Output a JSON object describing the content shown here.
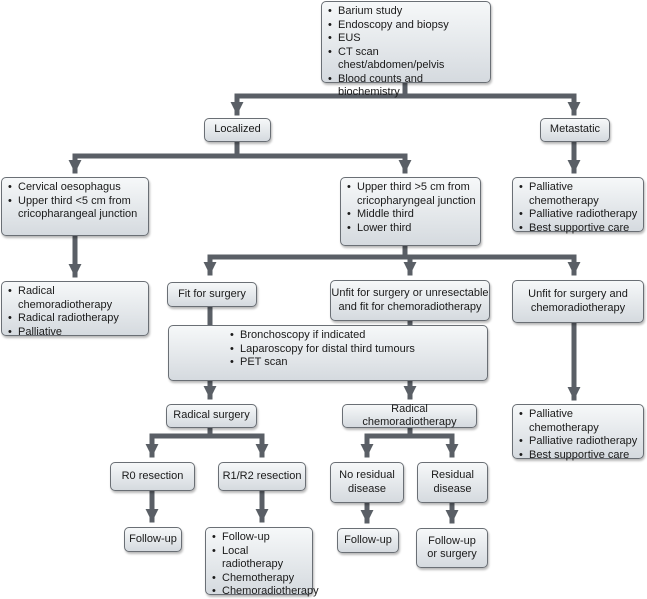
{
  "workup": {
    "items": [
      "Barium study",
      "Endoscopy and biopsy",
      "EUS",
      "CT scan chest/abdomen/pelvis",
      "Blood counts and biochemistry"
    ]
  },
  "localized": {
    "label": "Localized"
  },
  "metastatic": {
    "label": "Metastatic"
  },
  "cervical": {
    "items": [
      "Cervical oesophagus",
      "Upper third <5 cm from cricopharangeal junction"
    ]
  },
  "upper_lower": {
    "items": [
      "Upper third >5 cm from cricopharyngeal junction",
      "Middle third",
      "Lower third"
    ]
  },
  "metastatic_treatment": {
    "items": [
      "Palliative chemotherapy",
      "Palliative radiotherapy",
      "Best supportive care"
    ]
  },
  "cervical_treatment": {
    "items": [
      "Radical chemoradiotherapy",
      "Radical radiotherapy",
      "Palliative"
    ]
  },
  "fit_surgery": {
    "label": "Fit for surgery"
  },
  "unfit_chemo": {
    "label": "Unfit for surgery or unresectable and fit for chemoradiotherapy"
  },
  "unfit_both": {
    "label": "Unfit for surgery and chemoradiotherapy"
  },
  "staging": {
    "items": [
      "Bronchoscopy if indicated",
      "Laparoscopy for distal third tumours",
      "PET scan"
    ]
  },
  "radical_surgery": {
    "label": "Radical surgery"
  },
  "radical_chemo": {
    "label": "Radical chemoradiotherapy"
  },
  "unfit_treatment": {
    "items": [
      "Palliative chemotherapy",
      "Palliative radiotherapy",
      "Best supportive care"
    ]
  },
  "r0": {
    "label": "R0 resection"
  },
  "r1r2": {
    "label": "R1/R2 resection"
  },
  "no_residual": {
    "label": "No residual disease"
  },
  "residual": {
    "label": "Residual disease"
  },
  "followup_r0": {
    "label": "Follow-up"
  },
  "followup_r1r2": {
    "items": [
      "Follow-up",
      "Local radiotherapy",
      "Chemotherapy",
      "Chemoradiotherapy"
    ]
  },
  "followup_nores": {
    "label": "Follow-up"
  },
  "followup_res": {
    "label": "Follow-up or surgery"
  },
  "colors": {
    "connector": "#5a5f66",
    "box_top": "#f6f8f9",
    "box_bottom": "#d5dadf",
    "box_border": "#6a6f75"
  }
}
